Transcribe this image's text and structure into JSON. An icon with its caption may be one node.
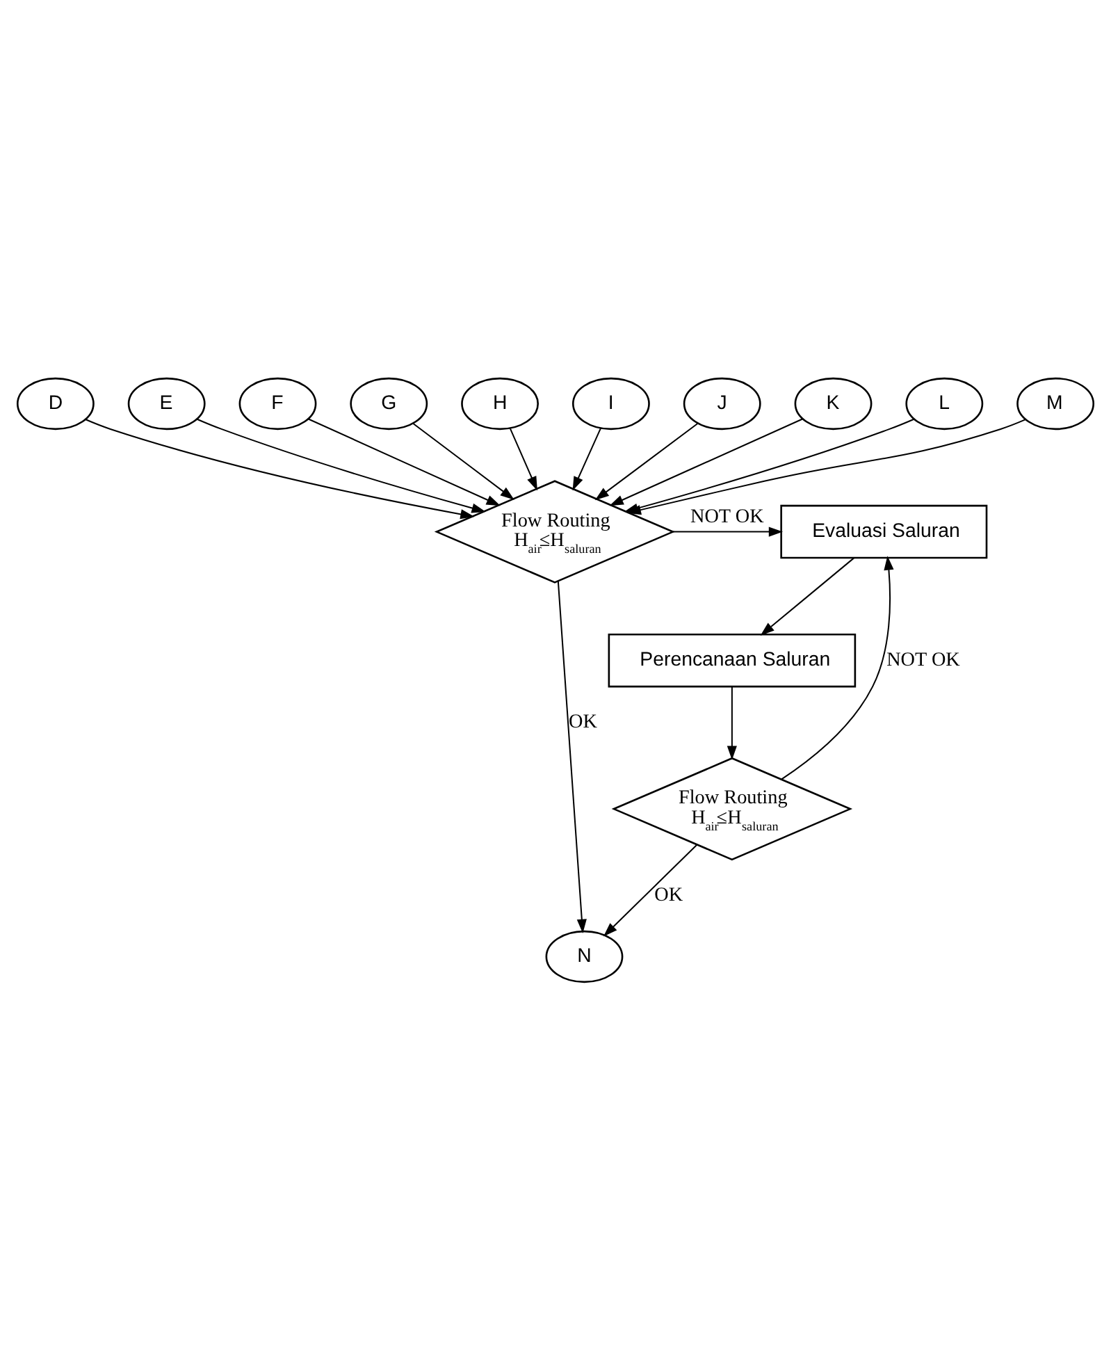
{
  "diagram": {
    "nodes": [
      {
        "text": [
          "D"
        ]
      },
      {
        "text": [
          "E"
        ]
      },
      {
        "text": [
          "F"
        ]
      },
      {
        "text": [
          "G"
        ]
      },
      {
        "text": [
          "H"
        ]
      },
      {
        "text": [
          "I"
        ]
      },
      {
        "text": [
          "J"
        ]
      },
      {
        "text": [
          "K"
        ]
      },
      {
        "text": [
          "L"
        ]
      },
      {
        "text": [
          "M"
        ]
      },
      {
        "text": [
          "Evaluasi Saluran"
        ]
      },
      {
        "text": [
          "Flow Routing",
          "H$_{air}$≤H$_{saluran}$"
        ]
      },
      {
        "text": [
          "Perencanaan Saluran"
        ]
      },
      {
        "text": [
          "Flow Routing",
          "H$_{air}$≤H$_{saluran}$"
        ]
      },
      {
        "text": [
          "N"
        ]
      }
    ],
    "edges": [
      {
        "from": 0,
        "to": 11,
        "arrow": "to"
      },
      {
        "from": 1,
        "to": 11,
        "arrow": "to"
      },
      {
        "from": 2,
        "to": 11,
        "arrow": "to"
      },
      {
        "from": 3,
        "to": 11,
        "arrow": "to"
      },
      {
        "from": 4,
        "to": 11,
        "arrow": "to"
      },
      {
        "from": 5,
        "to": 11,
        "arrow": "to"
      },
      {
        "from": 6,
        "to": 11,
        "arrow": "to"
      },
      {
        "from": 7,
        "to": 11,
        "arrow": "to"
      },
      {
        "from": 8,
        "to": 11,
        "arrow": "to"
      },
      {
        "from": 9,
        "to": 11,
        "arrow": "to"
      },
      {
        "from": 11,
        "to": 10,
        "arrow": "to",
        "label": "NOT OK"
      },
      {
        "from": 11,
        "to": 14,
        "arrow": "to",
        "label": "OK"
      },
      {
        "from": 10,
        "to": 12,
        "arrow": "to"
      },
      {
        "from": 12,
        "to": 13,
        "arrow": "to"
      },
      {
        "from": 13,
        "to": 10,
        "arrow": "to",
        "label": "NOT OK"
      },
      {
        "from": 13,
        "to": 14,
        "arrow": "to",
        "label": "OK"
      }
    ]
  }
}
